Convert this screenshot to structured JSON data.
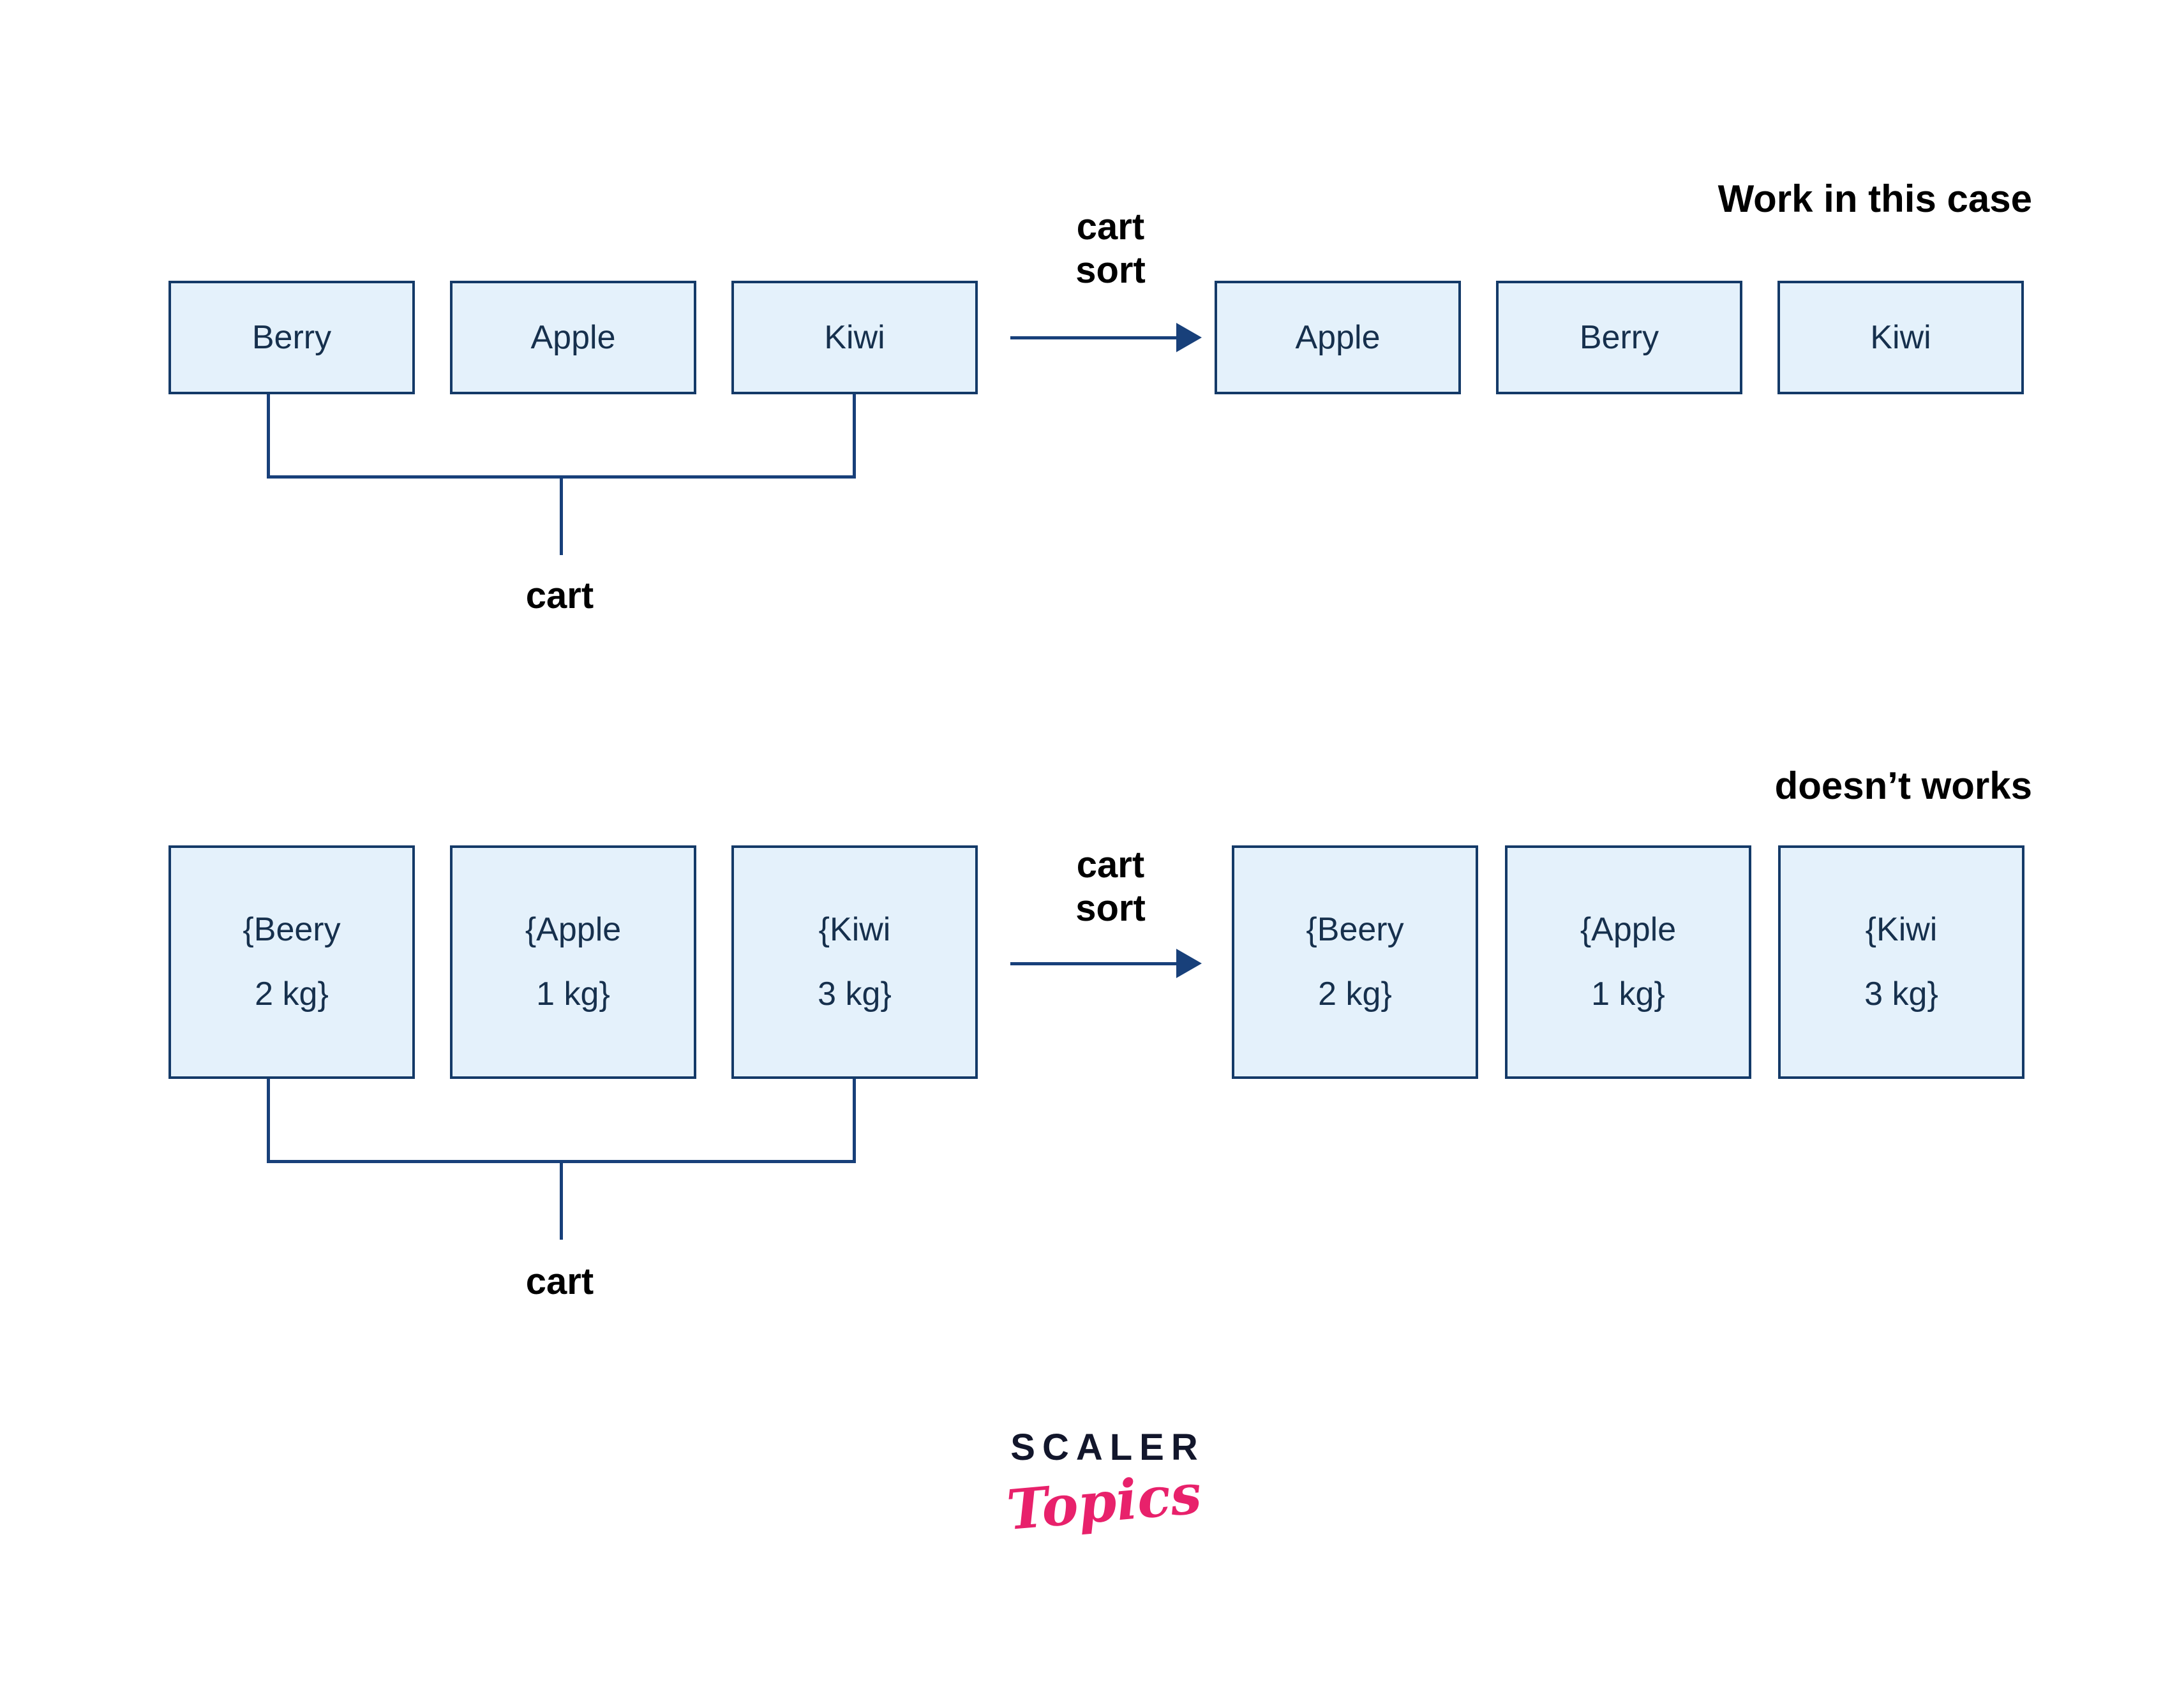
{
  "page": {
    "background": "#ffffff",
    "box_fill": "#e4f1fb",
    "box_border": "#143a68",
    "line_color": "#18407a",
    "text_color": "#16304d",
    "label_color": "#000000",
    "logo_pink": "#e8216b",
    "logo_dark": "#12162b"
  },
  "sections": [
    {
      "heading": "Work in this case",
      "operation": {
        "line1": "cart",
        "line2": "sort"
      },
      "bracket_label": "cart",
      "input_boxes": [
        {
          "line1": "Berry",
          "line2": ""
        },
        {
          "line1": "Apple",
          "line2": ""
        },
        {
          "line1": "Kiwi",
          "line2": ""
        }
      ],
      "output_boxes": [
        {
          "line1": "Apple",
          "line2": ""
        },
        {
          "line1": "Berry",
          "line2": ""
        },
        {
          "line1": "Kiwi",
          "line2": ""
        }
      ]
    },
    {
      "heading": "doesn’t works",
      "operation": {
        "line1": "cart",
        "line2": "sort"
      },
      "bracket_label": "cart",
      "input_boxes": [
        {
          "line1": "{Beery",
          "line2": "2 kg}"
        },
        {
          "line1": "{Apple",
          "line2": "1 kg}"
        },
        {
          "line1": "{Kiwi",
          "line2": "3 kg}"
        }
      ],
      "output_boxes": [
        {
          "line1": "{Beery",
          "line2": "2 kg}"
        },
        {
          "line1": "{Apple",
          "line2": "1 kg}"
        },
        {
          "line1": "{Kiwi",
          "line2": "3 kg}"
        }
      ]
    }
  ],
  "logo": {
    "wordmark": "SCALER",
    "script": "Topics"
  }
}
